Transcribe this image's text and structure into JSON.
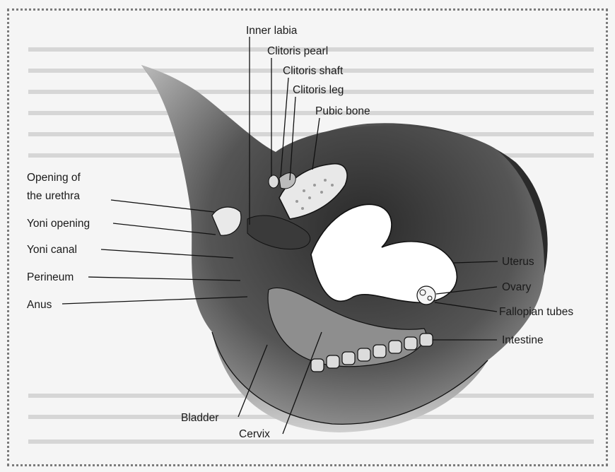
{
  "diagram": {
    "labels": {
      "inner_labia": "Inner labia",
      "clitoris_pearl": "Clitoris pearl",
      "clitoris_shaft": "Clitoris shaft",
      "clitoris_leg": "Clitoris leg",
      "pubic_bone": "Pubic bone",
      "opening_urethra_line1": "Opening of",
      "opening_urethra_line2": "the urethra",
      "yoni_opening": "Yoni opening",
      "yoni_canal": "Yoni canal",
      "perineum": "Perineum",
      "anus": "Anus",
      "uterus": "Uterus",
      "ovary": "Ovary",
      "fallopian_tubes": "Fallopian tubes",
      "intestine": "Intestine",
      "bladder": "Bladder",
      "cervix": "Cervix"
    },
    "colors": {
      "background": "#f5f5f5",
      "body_shade": "#6a6a6a",
      "dark_shade": "#262626",
      "outline": "#111111"
    }
  }
}
